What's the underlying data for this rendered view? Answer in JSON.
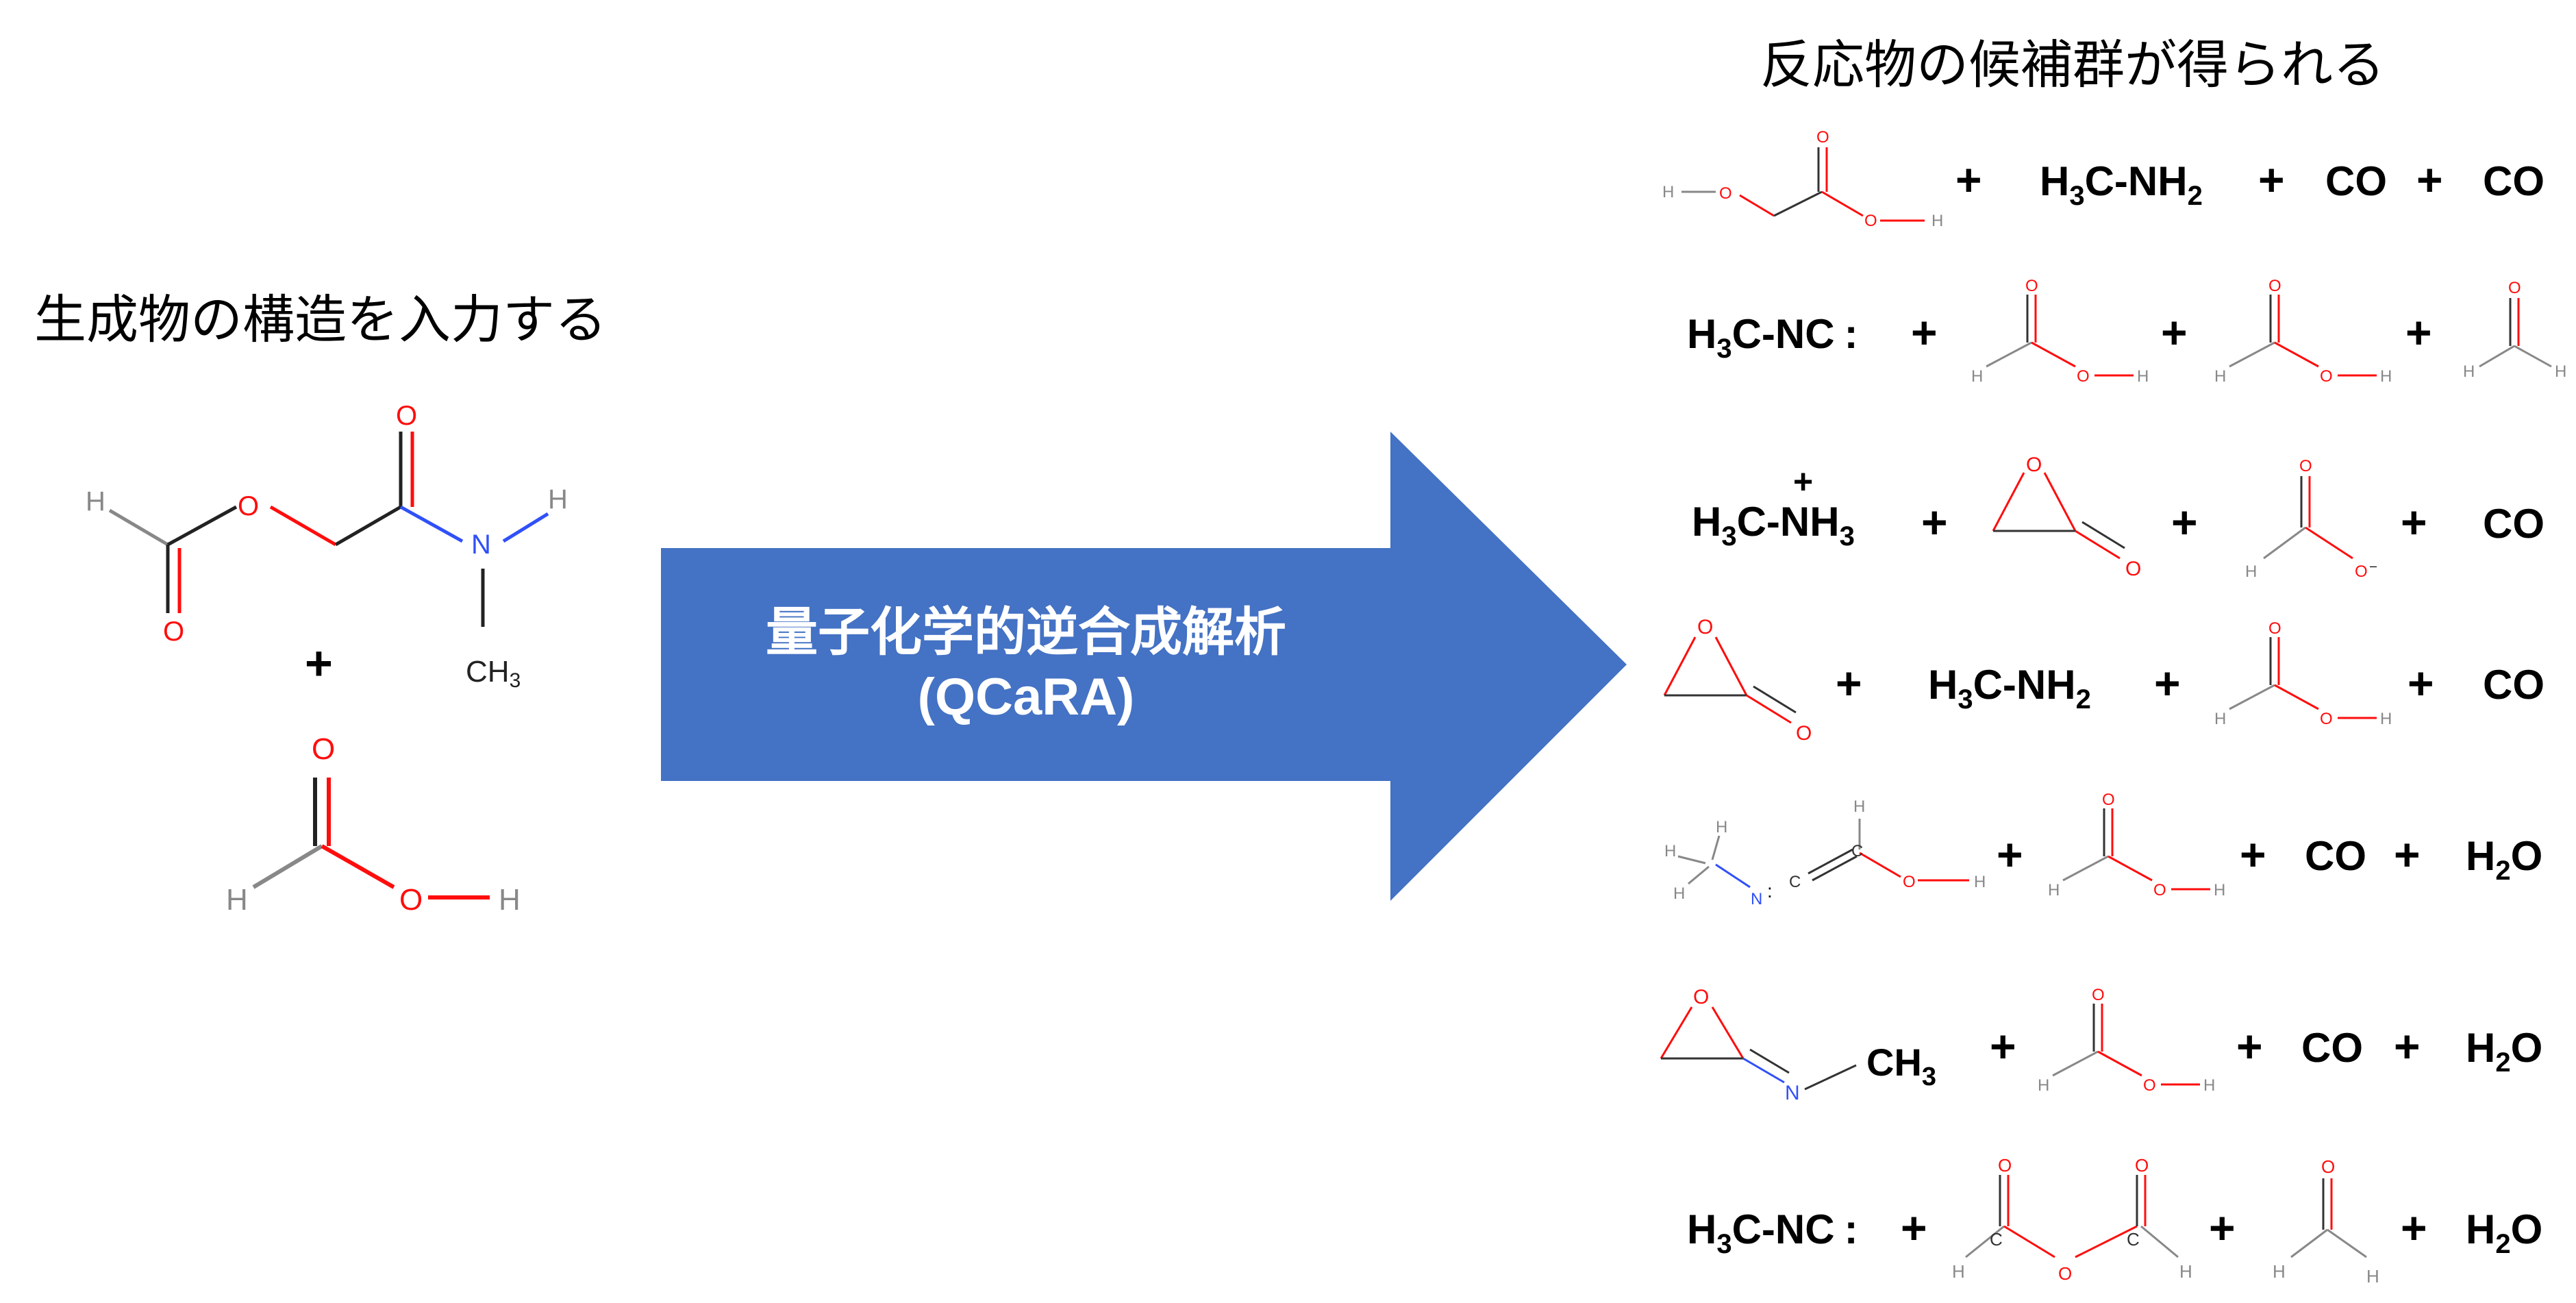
{
  "left": {
    "heading": "生成物の構造を入力する"
  },
  "right": {
    "heading": "反応物の候補群が得られる"
  },
  "arrow": {
    "line1": "量子化学的逆合成解析",
    "line2": "(QCaRA)",
    "color": "#4472C4"
  },
  "atoms": {
    "H": "H",
    "O": "O",
    "N": "N",
    "C": "C",
    "CH3": "CH",
    "sub3": "3"
  },
  "ops": {
    "plus": "+",
    "lone": ":",
    "minus": "–"
  },
  "species": {
    "co": "CO",
    "h2o": [
      "H",
      "2",
      "O"
    ],
    "methylamine": [
      "H",
      "3",
      "C-NH",
      "2"
    ],
    "methylammonium": [
      "H",
      "3",
      "C-NH",
      "3"
    ],
    "isocyanide": [
      "H",
      "3",
      "C-NC",
      ":"
    ],
    "methyl": [
      "CH",
      "3"
    ]
  },
  "colors": {
    "oxygen": "#ff0d0d",
    "nitrogen": "#3050f8",
    "hydrogen": "#888888",
    "carbon": "#333333"
  }
}
